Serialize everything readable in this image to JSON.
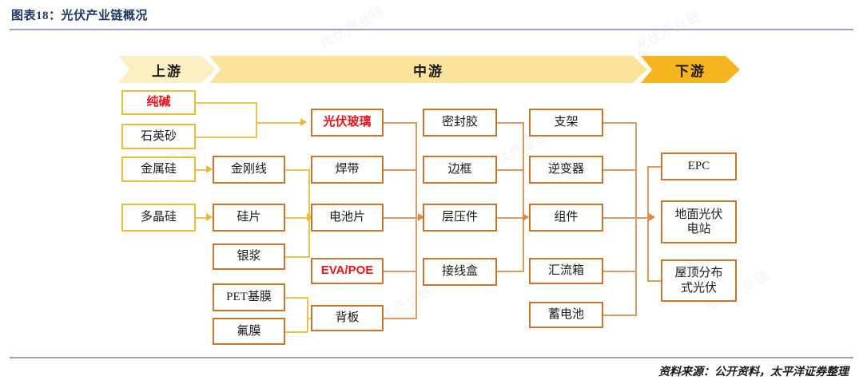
{
  "header": {
    "title": "图表18：光伏产业链概况",
    "source": "资料来源：公开资料，太平洋证券整理"
  },
  "banners": [
    {
      "label": "上游",
      "color": "#FBEFC4"
    },
    {
      "label": "中游",
      "color": "#FBE39B"
    },
    {
      "label": "下游",
      "color": "#F5B51E"
    }
  ],
  "watermarks": [
    "光伏产业链",
    "光伏产业链",
    "光伏产业链",
    "光伏产业链",
    "光伏产业链",
    "光伏产业链"
  ],
  "nodes": {
    "upstream": [
      {
        "id": "chunjian",
        "label": "纯碱",
        "border": "gold",
        "red": true
      },
      {
        "id": "shiyingsha",
        "label": "石英砂",
        "border": "gold",
        "red": false
      },
      {
        "id": "jinshugui",
        "label": "金属硅",
        "border": "gold",
        "red": false
      },
      {
        "id": "duojinggui",
        "label": "多晶硅",
        "border": "gold",
        "red": false
      }
    ],
    "mid_col1": [
      {
        "id": "jingangxian",
        "label": "金刚线",
        "border": "orange",
        "red": false
      },
      {
        "id": "guipian",
        "label": "硅片",
        "border": "orange",
        "red": false
      },
      {
        "id": "yinjiang",
        "label": "银浆",
        "border": "orange",
        "red": false
      },
      {
        "id": "petjimo",
        "label": "PET基膜",
        "border": "orange",
        "red": false
      },
      {
        "id": "fumo",
        "label": "氟膜",
        "border": "orange",
        "red": false
      }
    ],
    "mid_col2": [
      {
        "id": "guangfuboli",
        "label": "光伏玻璃",
        "border": "orange",
        "red": true
      },
      {
        "id": "handai",
        "label": "焊带",
        "border": "orange",
        "red": false
      },
      {
        "id": "dianchipian",
        "label": "电池片",
        "border": "orange",
        "red": false
      },
      {
        "id": "evapoe",
        "label": "EVA/POE",
        "border": "orange",
        "red": true
      },
      {
        "id": "beiban",
        "label": "背板",
        "border": "orange",
        "red": false
      }
    ],
    "mid_col3": [
      {
        "id": "mifengjiao",
        "label": "密封胶",
        "border": "orange",
        "red": false
      },
      {
        "id": "biankuang",
        "label": "边框",
        "border": "orange",
        "red": false
      },
      {
        "id": "cengyajian",
        "label": "层压件",
        "border": "orange",
        "red": false
      },
      {
        "id": "jiexianhe",
        "label": "接线盒",
        "border": "orange",
        "red": false
      }
    ],
    "mid_col4": [
      {
        "id": "zhijia",
        "label": "支架",
        "border": "orange",
        "red": false
      },
      {
        "id": "nibianqi",
        "label": "逆变器",
        "border": "orange",
        "red": false
      },
      {
        "id": "zujian",
        "label": "组件",
        "border": "orange",
        "red": false
      },
      {
        "id": "huiliuxiang",
        "label": "汇流箱",
        "border": "orange",
        "red": false
      },
      {
        "id": "xudianchi",
        "label": "蓄电池",
        "border": "orange",
        "red": false
      }
    ],
    "downstream": [
      {
        "id": "epc",
        "label": "EPC",
        "border": "orange",
        "red": false
      },
      {
        "id": "dimian",
        "label": "地面光伏电站",
        "border": "orange",
        "red": false
      },
      {
        "id": "wuding",
        "label": "屋顶分布式光伏",
        "border": "orange",
        "red": false
      }
    ]
  },
  "colors": {
    "title": "#1F3864",
    "rule": "#9AA4C0",
    "gold_border": "#E5C033",
    "orange_border": "#C8762F",
    "red_text": "#E8141B",
    "gold_line": "#E9C54B",
    "orange_line": "#D99A63"
  }
}
